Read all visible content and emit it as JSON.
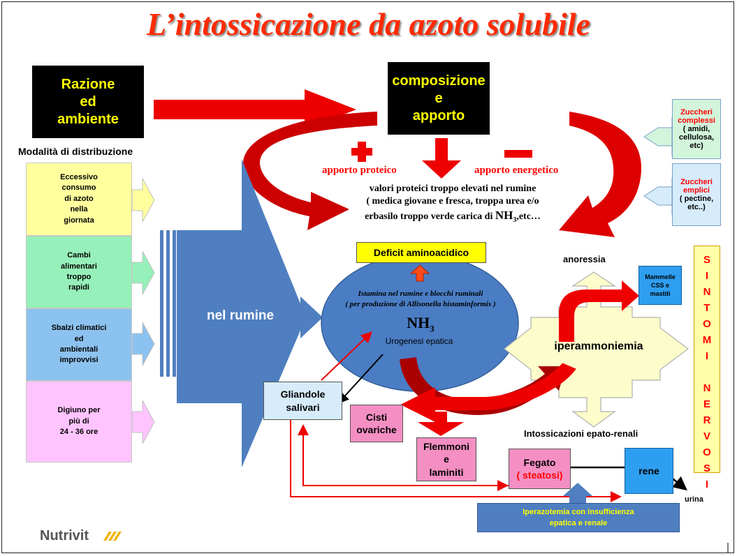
{
  "title": "L’intossicazione da azoto solubile",
  "boxes": {
    "razione": [
      "Razione",
      "ed",
      "ambiente"
    ],
    "composizione": [
      "composizione",
      "e",
      "apporto"
    ]
  },
  "modalita_title": "Modalità di distribuzione",
  "modalita": [
    {
      "lines": [
        "Eccessivo",
        "consumo",
        "di azoto",
        "nella",
        "giornata"
      ],
      "color": "#ffff9e"
    },
    {
      "lines": [
        "Cambi",
        "alimentari",
        "troppo",
        "rapidi"
      ],
      "color": "#96f0b9"
    },
    {
      "lines": [
        "Sbalzi climatici",
        "ed",
        "ambientali",
        "improvvisi"
      ],
      "color": "#8cc2ef"
    },
    {
      "lines": [
        "Digiuno per",
        "più di",
        "24  - 36 ore"
      ],
      "color": "#ffc4ff"
    }
  ],
  "apporto_proteico": "apporto proteico",
  "apporto_energetico": "apporto energetico",
  "plus_sign": "+",
  "minus_sign": "–",
  "valori": {
    "line1": "valori proteici troppo elevati nel rumine",
    "line2": "( medica giovane e fresca, troppa urea e/o",
    "line3_pre": "erbasilo troppo verde carica di ",
    "line3_nh": "NH",
    "line3_sub": "3",
    "line3_post": ",etc…"
  },
  "zuccheri_complessi": {
    "title": [
      "Zuccheri",
      "complessi"
    ],
    "detail": [
      "( amidi,",
      "cellulosa,",
      "etc)"
    ]
  },
  "zuccheri_semplici": {
    "title": [
      "Zuccheri",
      "emplici"
    ],
    "detail": [
      "( pectine,",
      "etc..)"
    ]
  },
  "nel_rumine": "nel rumine",
  "deficit": "Deficit aminoacidico",
  "istamina": {
    "line1": "Istamina nel rumine e blocchi ruminali",
    "line2": "( per produzione di Allisonella histaminformis )"
  },
  "nh3": {
    "main": "NH",
    "sub": "3"
  },
  "urogenesi": "Urogenesi  epatica",
  "anoressia": "anoressia",
  "mammelle": [
    "Mammelle",
    "CSS e",
    "mastiti"
  ],
  "iperammoniemia": "iperammoniemia",
  "intossicazioni": "Intossicazioni epato-renali",
  "sintomi": [
    "S",
    "I",
    "N",
    "T",
    "O",
    "M",
    "I",
    "",
    "N",
    "E",
    "R",
    "V",
    "O",
    "S",
    "I"
  ],
  "ghiandole": [
    "Gliandole",
    "salivari"
  ],
  "cisti": [
    "Cisti",
    "ovariche"
  ],
  "flemmoni": [
    "Flemmoni",
    "e",
    "laminiti"
  ],
  "fegato": {
    "line1": "Fegato",
    "line2": "( steatosi)"
  },
  "rene": "rene",
  "urina": "urina",
  "iperazotemia": [
    "Iperazotemia con  insufficienza",
    "epatica  e renale"
  ],
  "logo": "Nutrivit",
  "colors": {
    "title": "#ff2a00",
    "red_arrow": "#ee0000",
    "dark_blue": "#4f7fc0",
    "ellipse": "#4a7dc4",
    "cream": "#fdfccb",
    "yellow_text": "#ffff00",
    "pink": "#f48fc3",
    "light_blue": "#d6ecfa",
    "green_box": "#d2f5dc",
    "logo_gray": "#555555",
    "logo_gold": "#f0b400"
  }
}
